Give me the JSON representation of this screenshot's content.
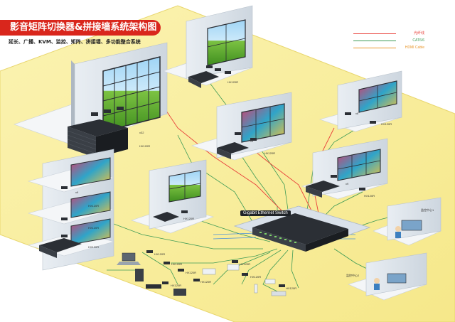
{
  "title": "影音矩阵切换器&拼接墙系统架构图",
  "subtitle": "延长、广播、KVM、监控、矩阵、拼接墙、多功能整合系统",
  "legend": [
    {
      "label": "光纤线",
      "color": "#e8403a"
    },
    {
      "label": "CAT6/6",
      "color": "#3c9a55"
    },
    {
      "label": "HDMI Cable",
      "color": "#e8962a"
    }
  ],
  "switch_label": "Gigabit Ethernet Switch",
  "device_labels": {
    "hx120r_a": "HX120R",
    "hx120r_b": "HX120R",
    "hx120r_c": "HX120R",
    "hx120r_d": "HX120R",
    "hx120r_e": "HX120R",
    "hx120r_f": "HX120R",
    "hx120r_g": "HX120R",
    "hx120r_h": "HX120R",
    "hx120r_i": "HX120R",
    "hx120r_j": "HX120R",
    "hx120r_k": "HX120R",
    "hx120r_l": "HX120R",
    "hx120r_m": "HX120R",
    "hx120r_n": "HX120R",
    "hx120r_o": "HX120R",
    "hx120r_p": "HX120R",
    "hx120r_q": "HX120R",
    "x32": "x32",
    "x9a": "x9",
    "x9b": "x9",
    "x9c": "x9",
    "x6": "x6",
    "monitor_center_1": "监控中心1",
    "monitor_center_2": "监控中心2"
  }
}
